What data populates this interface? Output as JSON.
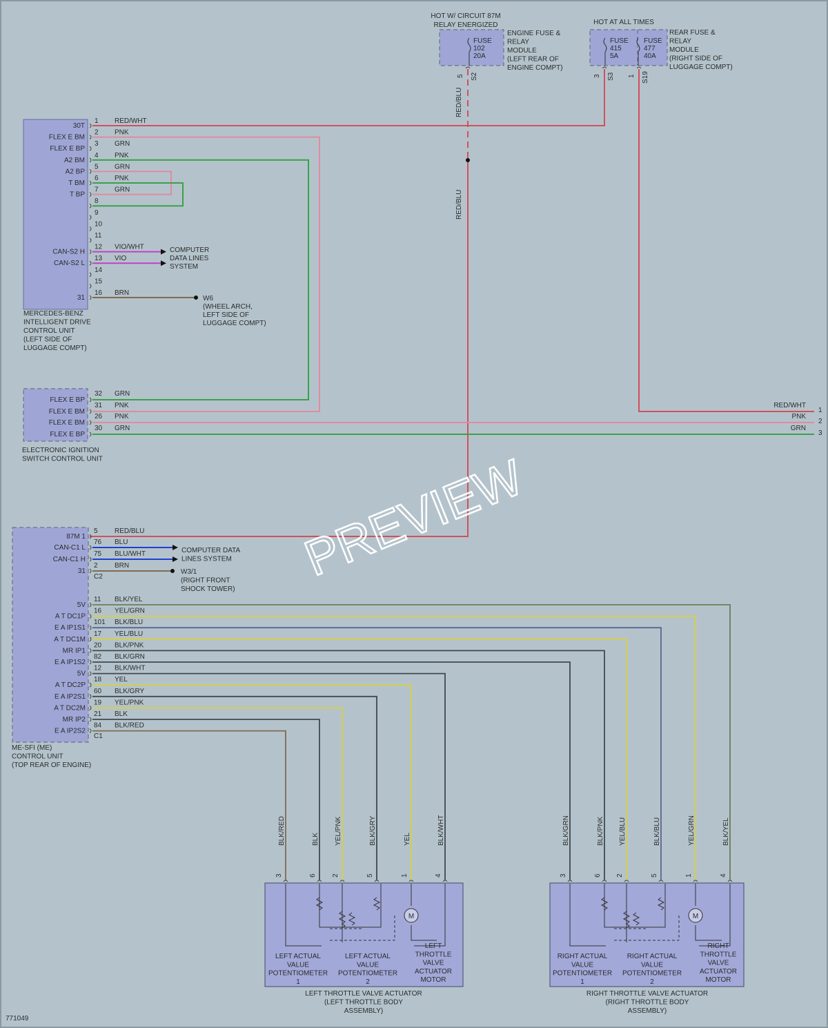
{
  "diagram_id": "771049",
  "watermark": "PREVIEW",
  "colors": {
    "red": "#d0505c",
    "pink": "#e08aa0",
    "green": "#3aa04a",
    "violet": "#c040c8",
    "blue": "#2040d0",
    "brown": "#806a50",
    "yellow": "#d8d040",
    "dark": "#404850",
    "olive": "#6a7e5a",
    "slateblue": "#5a6490"
  },
  "power": {
    "hot87m": [
      "HOT W/ CIRCUIT 87M",
      "RELAY ENERGIZED"
    ],
    "hotall": "HOT AT ALL TIMES",
    "engine_module": [
      "ENGINE FUSE &",
      "RELAY",
      "MODULE",
      "(LEFT REAR OF",
      "ENGINE COMPT)"
    ],
    "rear_module": [
      "REAR FUSE &",
      "RELAY",
      "MODULE",
      "(RIGHT SIDE OF",
      "LUGGAGE COMPT)"
    ],
    "fuse102": [
      "FUSE",
      "102",
      "20A"
    ],
    "fuse415": [
      "FUSE",
      "415",
      "5A"
    ],
    "fuse477": [
      "FUSE",
      "477",
      "40A"
    ],
    "pin5": "5",
    "s2": "S2",
    "pin3": "3",
    "s3": "S3",
    "pin1": "1",
    "s19": "S19",
    "wire_redblu": "RED/BLU",
    "wire_redwht": "RED/WHT"
  },
  "intelligent_drive": {
    "label": [
      "MERCEDES-BENZ",
      "INTELLIGENT DRIVE",
      "CONTROL UNIT",
      "(LEFT SIDE OF",
      "LUGGAGE COMPT)"
    ],
    "pins": [
      {
        "name": "30T",
        "num": "1",
        "wire": "RED/WHT"
      },
      {
        "name": "FLEX E BM",
        "num": "2",
        "wire": "PNK"
      },
      {
        "name": "FLEX E BP",
        "num": "3",
        "wire": "GRN"
      },
      {
        "name": "A2 BM",
        "num": "4",
        "wire": "PNK"
      },
      {
        "name": "A2 BP",
        "num": "5",
        "wire": "GRN"
      },
      {
        "name": "T BM",
        "num": "6",
        "wire": "PNK"
      },
      {
        "name": "T BP",
        "num": "7",
        "wire": "GRN"
      },
      {
        "name": "",
        "num": "8",
        "wire": ""
      },
      {
        "name": "",
        "num": "9",
        "wire": ""
      },
      {
        "name": "",
        "num": "10",
        "wire": ""
      },
      {
        "name": "",
        "num": "11",
        "wire": ""
      },
      {
        "name": "CAN-S2 H",
        "num": "12",
        "wire": "VIO/WHT"
      },
      {
        "name": "CAN-S2 L",
        "num": "13",
        "wire": "VIO"
      },
      {
        "name": "",
        "num": "14",
        "wire": ""
      },
      {
        "name": "",
        "num": "15",
        "wire": ""
      },
      {
        "name": "31",
        "num": "16",
        "wire": "BRN"
      }
    ],
    "cds": [
      "COMPUTER",
      "DATA LINES",
      "SYSTEM"
    ],
    "ground": [
      "W6",
      "(WHEEL ARCH,",
      "LEFT SIDE OF",
      "LUGGAGE COMPT)"
    ]
  },
  "eis": {
    "label": [
      "ELECTRONIC IGNITION",
      "SWITCH CONTROL UNIT"
    ],
    "pins": [
      {
        "name": "FLEX E BP",
        "num": "32",
        "wire": "GRN"
      },
      {
        "name": "FLEX E BM",
        "num": "31",
        "wire": "PNK"
      },
      {
        "name": "FLEX E BM",
        "num": "26",
        "wire": "PNK"
      },
      {
        "name": "FLEX E BP",
        "num": "30",
        "wire": "GRN"
      }
    ],
    "right": [
      {
        "wire": "RED/WHT",
        "num": "1"
      },
      {
        "wire": "PNK",
        "num": "2"
      },
      {
        "wire": "GRN",
        "num": "3"
      }
    ]
  },
  "me": {
    "label": [
      "ME-SFI (ME)",
      "CONTROL UNIT",
      "(TOP REAR OF ENGINE)"
    ],
    "top_pins": [
      {
        "name": "87M 1",
        "num": "5",
        "wire": "RED/BLU"
      },
      {
        "name": "CAN-C1 L",
        "num": "76",
        "wire": "BLU"
      },
      {
        "name": "CAN-C1 H",
        "num": "75",
        "wire": "BLU/WHT"
      },
      {
        "name": "31",
        "num": "2",
        "wire": "BRN"
      }
    ],
    "c2": "C2",
    "c1": "C1",
    "cds": [
      "COMPUTER DATA",
      "LINES SYSTEM"
    ],
    "ground": [
      "W3/1",
      "(RIGHT FRONT",
      "SHOCK TOWER)"
    ],
    "pins": [
      {
        "name": "5V",
        "num": "11",
        "wire": "BLK/YEL"
      },
      {
        "name": "A T DC1P",
        "num": "16",
        "wire": "YEL/GRN"
      },
      {
        "name": "E A IP1S1",
        "num": "101",
        "wire": "BLK/BLU"
      },
      {
        "name": "A T DC1M",
        "num": "17",
        "wire": "YEL/BLU"
      },
      {
        "name": "MR IP1",
        "num": "20",
        "wire": "BLK/PNK"
      },
      {
        "name": "E A IP1S2",
        "num": "82",
        "wire": "BLK/GRN"
      },
      {
        "name": "5V",
        "num": "12",
        "wire": "BLK/WHT"
      },
      {
        "name": "A T DC2P",
        "num": "18",
        "wire": "YEL"
      },
      {
        "name": "E A IP2S1",
        "num": "60",
        "wire": "BLK/GRY"
      },
      {
        "name": "A T DC2M",
        "num": "19",
        "wire": "YEL/PNK"
      },
      {
        "name": "MR IP2",
        "num": "21",
        "wire": "BLK"
      },
      {
        "name": "E A IP2S2",
        "num": "84",
        "wire": "BLK/RED"
      }
    ]
  },
  "left_actuator": {
    "wires": [
      {
        "wire": "BLK/RED",
        "pin": "3"
      },
      {
        "wire": "BLK",
        "pin": "6"
      },
      {
        "wire": "YEL/PNK",
        "pin": "2"
      },
      {
        "wire": "BLK/GRY",
        "pin": "5"
      },
      {
        "wire": "YEL",
        "pin": "1"
      },
      {
        "wire": "BLK/WHT",
        "pin": "4"
      }
    ],
    "pot1": [
      "LEFT ACTUAL",
      "VALUE",
      "POTENTIOMETER",
      "1"
    ],
    "pot2": [
      "LEFT ACTUAL",
      "VALUE",
      "POTENTIOMETER",
      "2"
    ],
    "motor": [
      "LEFT",
      "THROTTLE",
      "VALVE",
      "ACTUATOR",
      "MOTOR"
    ],
    "label": [
      "LEFT THROTTLE VALVE ACTUATOR",
      "(LEFT THROTTLE BODY",
      "ASSEMBLY)"
    ]
  },
  "right_actuator": {
    "wires": [
      {
        "wire": "BLK/GRN",
        "pin": "3"
      },
      {
        "wire": "BLK/PNK",
        "pin": "6"
      },
      {
        "wire": "YEL/BLU",
        "pin": "2"
      },
      {
        "wire": "BLK/BLU",
        "pin": "5"
      },
      {
        "wire": "YEL/GRN",
        "pin": "1"
      },
      {
        "wire": "BLK/YEL",
        "pin": "4"
      }
    ],
    "pot1": [
      "RIGHT ACTUAL",
      "VALUE",
      "POTENTIOMETER",
      "1"
    ],
    "pot2": [
      "RIGHT ACTUAL",
      "VALUE",
      "POTENTIOMETER",
      "2"
    ],
    "motor": [
      "RIGHT",
      "THROTTLE",
      "VALVE",
      "ACTUATOR",
      "MOTOR"
    ],
    "label": [
      "RIGHT THROTTLE VALVE ACTUATOR",
      "(RIGHT THROTTLE BODY",
      "ASSEMBLY)"
    ]
  },
  "motor_symbol": "M"
}
